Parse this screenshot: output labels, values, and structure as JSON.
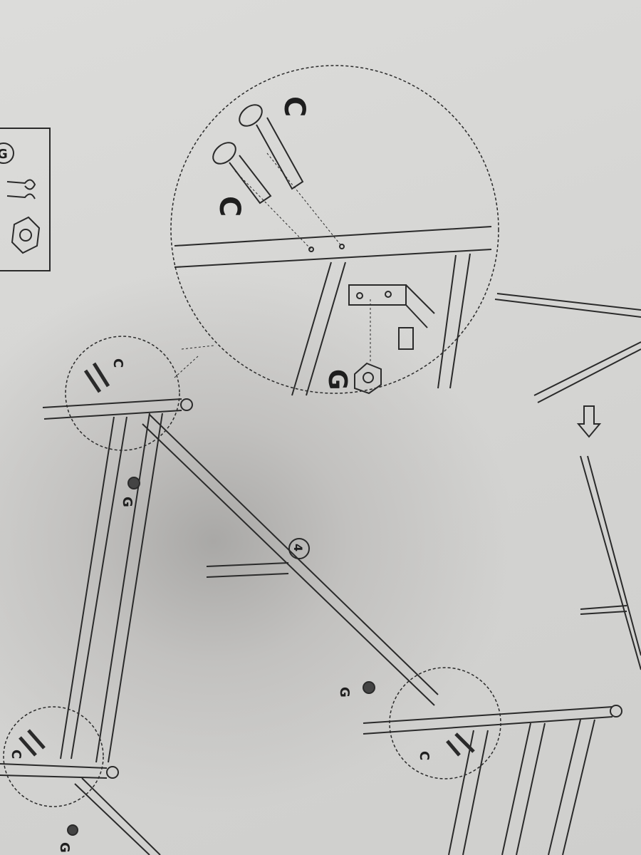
{
  "diagram": {
    "step_number": "4",
    "parts_box": {
      "labels": [
        "G"
      ]
    },
    "detail_callout": {
      "bolt_labels": [
        "C",
        "C"
      ],
      "nut_label": "G"
    },
    "top_left_joint": {
      "bolt_label": "C",
      "nut_label": "G"
    },
    "bottom_left_joint": {
      "bolt_label": "C",
      "nut_label": "G"
    },
    "bottom_right_joint": {
      "bolt_label": "C",
      "nut_label": "G"
    },
    "colors": {
      "line": "#2a2a2a",
      "paper": "#d9d9d7"
    },
    "icons": [
      "wrench-icon",
      "hex-nut-icon",
      "bolt-icon",
      "down-arrow-icon"
    ]
  }
}
